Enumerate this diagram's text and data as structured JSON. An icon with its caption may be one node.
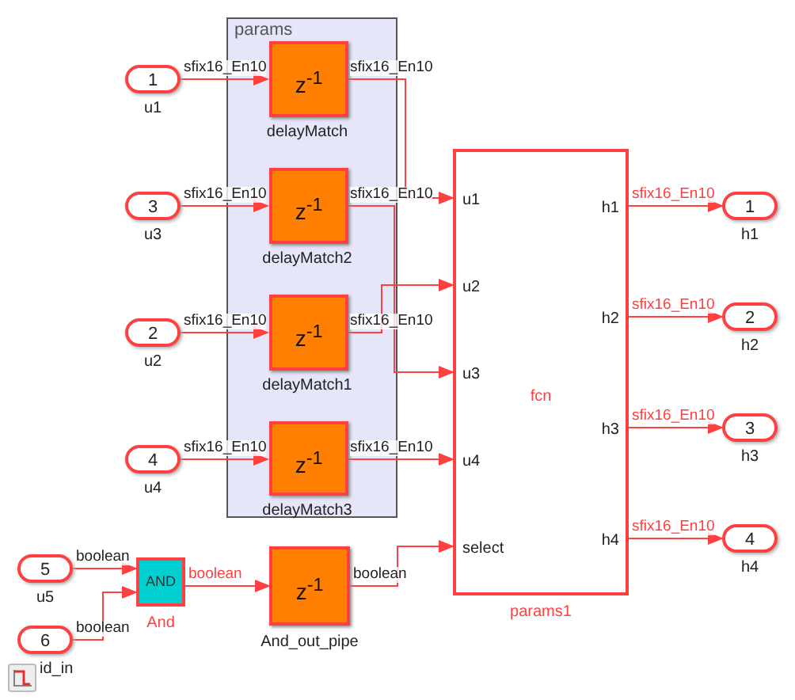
{
  "diagram": {
    "nodes": [
      {
        "text": [
          "params"
        ]
      },
      {
        "text": [
          "z$^{-1}$"
        ],
        "beside": [
          "delayMatch"
        ],
        "in": 0
      },
      {
        "text": [
          "z$^{-1}$"
        ],
        "beside": [
          "delayMatch2"
        ],
        "in": 0
      },
      {
        "text": [
          "z$^{-1}$"
        ],
        "beside": [
          "delayMatch1"
        ],
        "in": 0
      },
      {
        "text": [
          "z$^{-1}$"
        ],
        "beside": [
          "delayMatch3"
        ],
        "in": 0
      },
      {
        "text": [
          "1"
        ],
        "beside": [
          "u1"
        ]
      },
      {
        "text": [
          "3"
        ],
        "beside": [
          "u3"
        ]
      },
      {
        "text": [
          "2"
        ],
        "beside": [
          "u2"
        ]
      },
      {
        "text": [
          "4"
        ],
        "beside": [
          "u4"
        ]
      },
      {
        "text": [
          "5"
        ],
        "beside": [
          "u5"
        ]
      },
      {
        "text": [
          "6"
        ],
        "beside": [
          "id_in"
        ]
      },
      {
        "text": [
          "AND"
        ],
        "beside": [
          "And"
        ]
      },
      {
        "text": [
          "z$^{-1}$"
        ],
        "beside": [
          "And_out_pipe"
        ]
      },
      {
        "text": [
          "u1",
          "u2",
          "u3",
          "u4",
          "select",
          "h1",
          "h2",
          "h3",
          "h4",
          "fcn"
        ],
        "beside": [
          "params1"
        ]
      },
      {
        "text": [
          "1"
        ],
        "beside": [
          "h1"
        ]
      },
      {
        "text": [
          "2"
        ],
        "beside": [
          "h2"
        ]
      },
      {
        "text": [
          "3"
        ],
        "beside": [
          "h3"
        ]
      },
      {
        "text": [
          "4"
        ],
        "beside": [
          "h4"
        ]
      }
    ],
    "edges": [
      {
        "from": 5,
        "to": 1,
        "arrow": "to",
        "label": "sfix16_En10"
      },
      {
        "from": 6,
        "to": 2,
        "arrow": "to",
        "label": "sfix16_En10"
      },
      {
        "from": 7,
        "to": 3,
        "arrow": "to",
        "label": "sfix16_En10"
      },
      {
        "from": 8,
        "to": 4,
        "arrow": "to",
        "label": "sfix16_En10"
      },
      {
        "from": 1,
        "to": 13,
        "arrow": "to",
        "label": "sfix16_En10"
      },
      {
        "from": 2,
        "to": 13,
        "arrow": "to",
        "label": "sfix16_En10"
      },
      {
        "from": 3,
        "to": 13,
        "arrow": "to",
        "label": "sfix16_En10"
      },
      {
        "from": 4,
        "to": 13,
        "arrow": "to",
        "label": "sfix16_En10"
      },
      {
        "from": 9,
        "to": 11,
        "arrow": "to",
        "label": "boolean"
      },
      {
        "from": 10,
        "to": 11,
        "arrow": "to",
        "label": "boolean"
      },
      {
        "from": 11,
        "to": 12,
        "arrow": "to",
        "label": "boolean"
      },
      {
        "from": 12,
        "to": 13,
        "arrow": "to",
        "label": "boolean"
      },
      {
        "from": 13,
        "to": 14,
        "arrow": "to",
        "label": "sfix16_En10"
      },
      {
        "from": 13,
        "to": 15,
        "arrow": "to",
        "label": "sfix16_En10"
      },
      {
        "from": 13,
        "to": 16,
        "arrow": "to",
        "label": "sfix16_En10"
      },
      {
        "from": 13,
        "to": 17,
        "arrow": "to",
        "label": "sfix16_En10"
      }
    ]
  }
}
